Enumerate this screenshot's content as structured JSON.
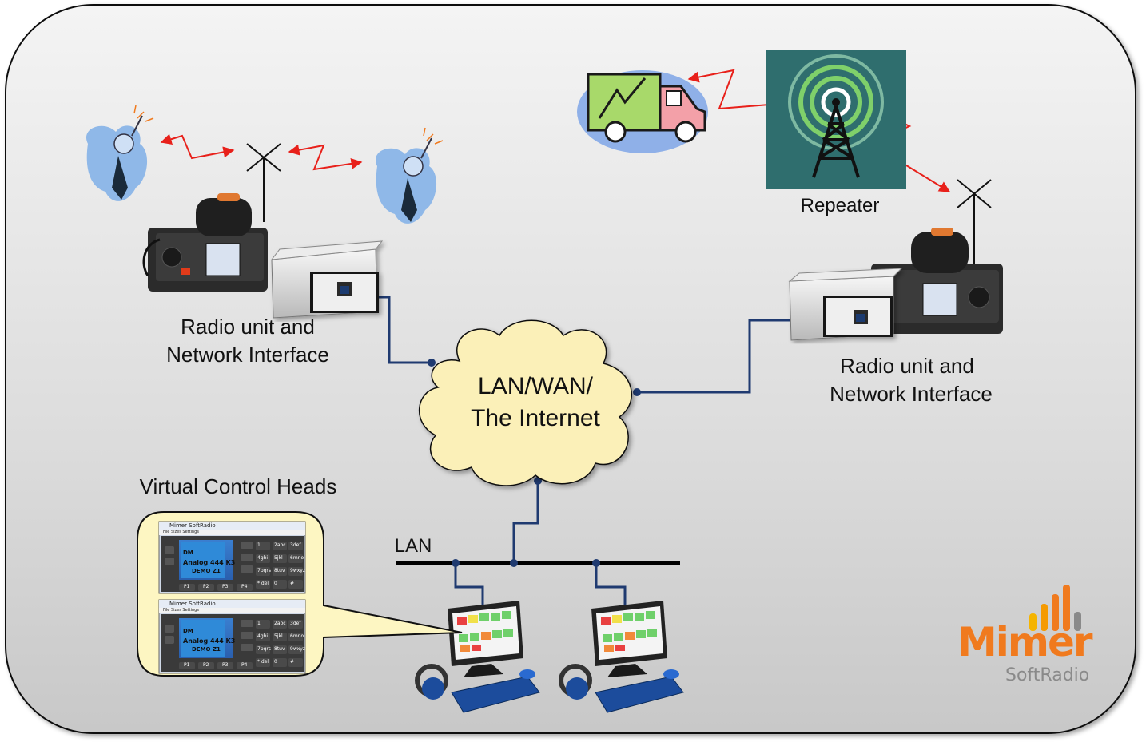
{
  "labels": {
    "radio_left_line1": "Radio unit and",
    "radio_left_line2": "Network Interface",
    "radio_right_line1": "Radio unit and",
    "radio_right_line2": "Network Interface",
    "repeater": "Repeater",
    "cloud_line1": "LAN/WAN/",
    "cloud_line2": "The Internet",
    "lan": "LAN",
    "virtual_heads": "Virtual Control Heads"
  },
  "brand": {
    "name": "Mimer",
    "sub": "SoftRadio",
    "color": "#f07a1e"
  },
  "screens": {
    "app_title": "Mimer SoftRadio",
    "menu": "File   Sizes   Settings",
    "display_mode": "DM",
    "display_channel": "Analog 444 K3",
    "display_zone": "DEMO Z1",
    "keys": [
      "1",
      "2abc",
      "3def",
      "4ghi",
      "5jkl",
      "6mno",
      "7pqrs",
      "8tuv",
      "9wxyz",
      "* del",
      "0",
      "#"
    ],
    "prog_keys": [
      "P1",
      "P2",
      "P3",
      "P4"
    ]
  },
  "colors": {
    "frame_fill": "#d6d6d6",
    "network_line": "#1f3a70",
    "radio_link": "#e8201a",
    "cloud": "#fbf0b8",
    "repeater_bg": "#2f6e6e",
    "callout": "#fdf6c2"
  }
}
